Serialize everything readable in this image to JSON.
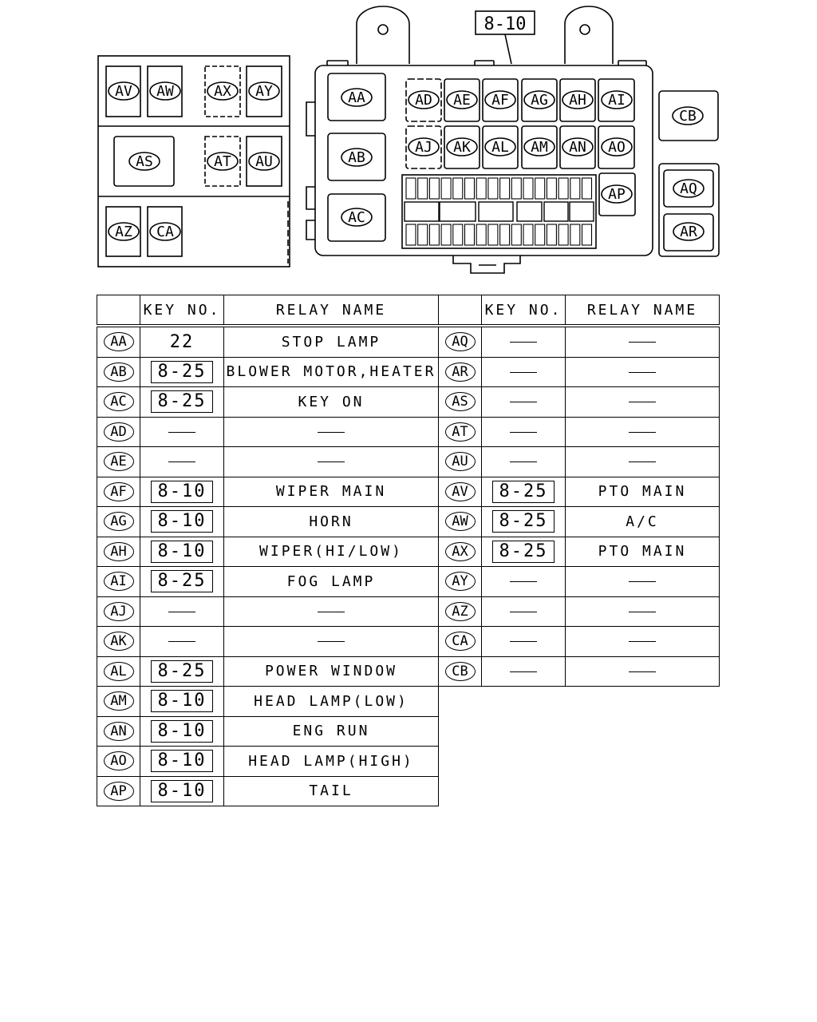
{
  "diagram": {
    "callout": "8-10",
    "left_box": [
      "AV",
      "AW",
      "AX",
      "AY",
      "AS",
      "AT",
      "AU",
      "AZ",
      "CA"
    ],
    "main_box_large": [
      "AA",
      "AB",
      "AC"
    ],
    "main_box_row1": [
      "AD",
      "AE",
      "AF",
      "AG",
      "AH",
      "AI"
    ],
    "main_box_row2": [
      "AJ",
      "AK",
      "AL",
      "AM",
      "AN",
      "AO"
    ],
    "main_box_side": [
      "AP"
    ],
    "right_top": [
      "CB"
    ],
    "right_pair": [
      "AQ",
      "AR"
    ]
  },
  "table": {
    "headers": [
      "KEY NO.",
      "RELAY NAME",
      "KEY NO.",
      "RELAY NAME"
    ],
    "left_rows": [
      {
        "id": "AA",
        "key": "22",
        "key_boxed": false,
        "name": "STOP LAMP"
      },
      {
        "id": "AB",
        "key": "8-25",
        "key_boxed": true,
        "name": "BLOWER MOTOR,HEATER"
      },
      {
        "id": "AC",
        "key": "8-25",
        "key_boxed": true,
        "name": "KEY ON"
      },
      {
        "id": "AD",
        "key": "",
        "key_boxed": false,
        "name": ""
      },
      {
        "id": "AE",
        "key": "",
        "key_boxed": false,
        "name": ""
      },
      {
        "id": "AF",
        "key": "8-10",
        "key_boxed": true,
        "name": "WIPER MAIN"
      },
      {
        "id": "AG",
        "key": "8-10",
        "key_boxed": true,
        "name": "HORN"
      },
      {
        "id": "AH",
        "key": "8-10",
        "key_boxed": true,
        "name": "WIPER(HI/LOW)"
      },
      {
        "id": "AI",
        "key": "8-25",
        "key_boxed": true,
        "name": "FOG LAMP"
      },
      {
        "id": "AJ",
        "key": "",
        "key_boxed": false,
        "name": ""
      },
      {
        "id": "AK",
        "key": "",
        "key_boxed": false,
        "name": ""
      },
      {
        "id": "AL",
        "key": "8-25",
        "key_boxed": true,
        "name": "POWER WINDOW"
      },
      {
        "id": "AM",
        "key": "8-10",
        "key_boxed": true,
        "name": "HEAD LAMP(LOW)"
      },
      {
        "id": "AN",
        "key": "8-10",
        "key_boxed": true,
        "name": "ENG RUN"
      },
      {
        "id": "AO",
        "key": "8-10",
        "key_boxed": true,
        "name": "HEAD LAMP(HIGH)"
      },
      {
        "id": "AP",
        "key": "8-10",
        "key_boxed": true,
        "name": "TAIL"
      }
    ],
    "right_rows": [
      {
        "id": "AQ",
        "key": "",
        "key_boxed": false,
        "name": ""
      },
      {
        "id": "AR",
        "key": "",
        "key_boxed": false,
        "name": ""
      },
      {
        "id": "AS",
        "key": "",
        "key_boxed": false,
        "name": ""
      },
      {
        "id": "AT",
        "key": "",
        "key_boxed": false,
        "name": ""
      },
      {
        "id": "AU",
        "key": "",
        "key_boxed": false,
        "name": ""
      },
      {
        "id": "AV",
        "key": "8-25",
        "key_boxed": true,
        "name": "PTO MAIN"
      },
      {
        "id": "AW",
        "key": "8-25",
        "key_boxed": true,
        "name": "A/C"
      },
      {
        "id": "AX",
        "key": "8-25",
        "key_boxed": true,
        "name": "PTO MAIN"
      },
      {
        "id": "AY",
        "key": "",
        "key_boxed": false,
        "name": ""
      },
      {
        "id": "AZ",
        "key": "",
        "key_boxed": false,
        "name": ""
      },
      {
        "id": "CA",
        "key": "",
        "key_boxed": false,
        "name": ""
      },
      {
        "id": "CB",
        "key": "",
        "key_boxed": false,
        "name": ""
      }
    ]
  }
}
